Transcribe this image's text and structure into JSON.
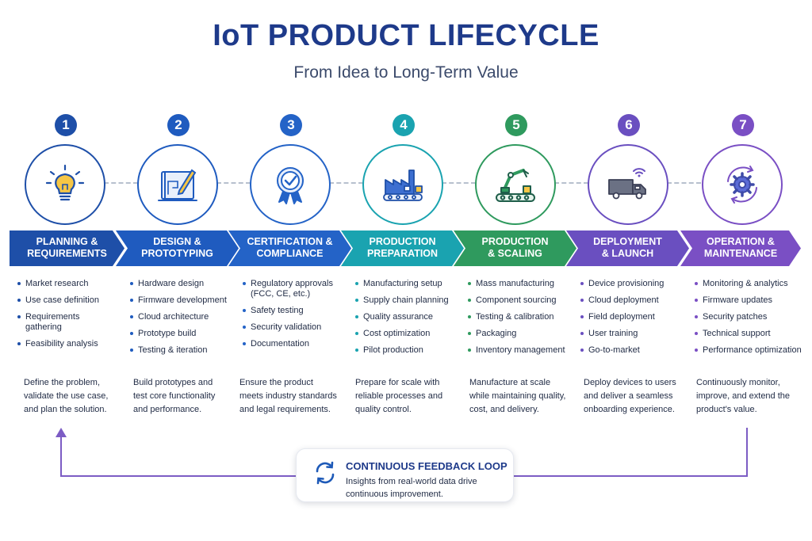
{
  "header": {
    "title": "IoT PRODUCT LIFECYCLE",
    "subtitle": "From Idea to Long-Term Value"
  },
  "stages": [
    {
      "number": "1",
      "label": "PLANNING &\nREQUIREMENTS",
      "icon": "lightbulb-icon",
      "color": "#1e4fa8",
      "bullets": [
        "Market research",
        "Use case definition",
        "Requirements\ngathering",
        "Feasibility analysis"
      ],
      "description": "Define the problem,\nvalidate the use case,\nand plan the solution."
    },
    {
      "number": "2",
      "label": "DESIGN &\nPROTOTYPING",
      "icon": "blueprint-pencil-icon",
      "color": "#1f5bbf",
      "bullets": [
        "Hardware design",
        "Firmware development",
        "Cloud architecture",
        "Prototype build",
        "Testing & iteration"
      ],
      "description": "Build prototypes and\ntest core functionality\nand performance."
    },
    {
      "number": "3",
      "label": "CERTIFICATION &\nCOMPLIANCE",
      "icon": "certificate-badge-icon",
      "color": "#2463c7",
      "bullets": [
        "Regulatory approvals\n(FCC, CE, etc.)",
        "Safety testing",
        "Security validation",
        "Documentation"
      ],
      "description": "Ensure the product\nmeets industry standards\nand legal requirements."
    },
    {
      "number": "4",
      "label": "PRODUCTION\nPREPARATION",
      "icon": "factory-icon",
      "color": "#1aa3b0",
      "bullets": [
        "Manufacturing setup",
        "Supply chain planning",
        "Quality assurance",
        "Cost optimization",
        "Pilot production"
      ],
      "description": "Prepare for scale with\nreliable processes and\nquality control."
    },
    {
      "number": "5",
      "label": "PRODUCTION\n& SCALING",
      "icon": "robot-arm-icon",
      "color": "#2f9a5e",
      "bullets": [
        "Mass manufacturing",
        "Component sourcing",
        "Testing & calibration",
        "Packaging",
        "Inventory management"
      ],
      "description": "Manufacture at scale\nwhile maintaining quality,\ncost, and delivery."
    },
    {
      "number": "6",
      "label": "DEPLOYMENT\n& LAUNCH",
      "icon": "delivery-truck-icon",
      "color": "#6a4fc0",
      "bullets": [
        "Device provisioning",
        "Cloud deployment",
        "Field deployment",
        "User training",
        "Go-to-market"
      ],
      "description": "Deploy devices to users\nand deliver a seamless\nonboarding experience."
    },
    {
      "number": "7",
      "label": "OPERATION &\nMAINTENANCE",
      "icon": "gear-cycle-icon",
      "color": "#7a4fc4",
      "bullets": [
        "Monitoring & analytics",
        "Firmware updates",
        "Security patches",
        "Technical support",
        "Performance optimization"
      ],
      "description": "Continuously monitor,\nimprove, and extend the\nproduct's value."
    }
  ],
  "feedback": {
    "icon": "refresh-cycle-icon",
    "title": "CONTINUOUS FEEDBACK LOOP",
    "text": "Insights from real-world data drive\ncontinuous improvement."
  }
}
